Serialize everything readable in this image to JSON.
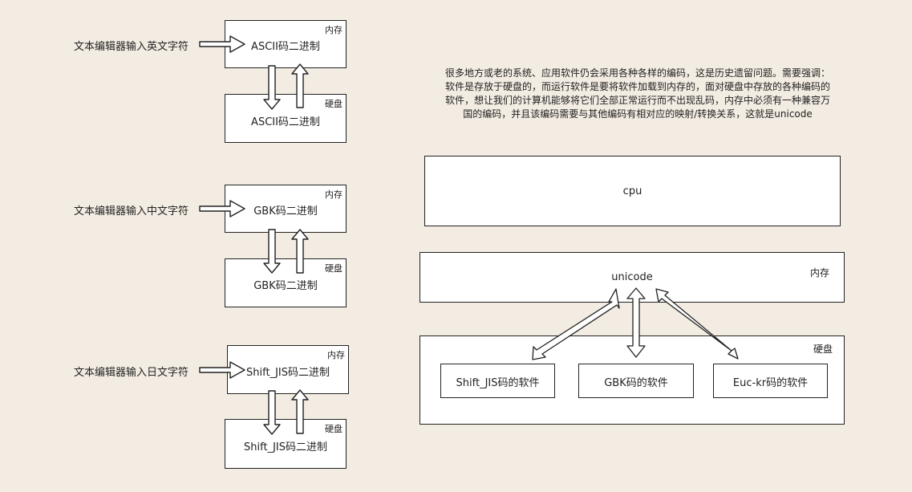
{
  "flows": [
    {
      "input_label": "文本编辑器输入英文字符",
      "memory_tag": "内存",
      "memory_text": "ASCII码二进制",
      "disk_tag": "硬盘",
      "disk_text": "ASCII码二进制"
    },
    {
      "input_label": "文本编辑器输入中文字符",
      "memory_tag": "内存",
      "memory_text": "GBK码二进制",
      "disk_tag": "硬盘",
      "disk_text": "GBK码二进制"
    },
    {
      "input_label": "文本编辑器输入日文字符",
      "memory_tag": "内存",
      "memory_text": "Shift_JIS码二进制",
      "disk_tag": "硬盘",
      "disk_text": "Shift_JIS码二进制"
    }
  ],
  "explanation": [
    "很多地方或老的系统、应用软件仍会采用各种各样的编码，这是历史遗留问题。需要强调：",
    "软件是存放于硬盘的，而运行软件是要将软件加载到内存的，面对硬盘中存放的各种编码的",
    "软件，想让我们的计算机能够将它们全部正常运行而不出现乱码，内存中必须有一种兼容万",
    "国的编码，并且该编码需要与其他编码有相对应的映射/转换关系，这就是unicode"
  ],
  "architecture": {
    "cpu": "cpu",
    "memory_tag": "内存",
    "memory_text": "unicode",
    "disk_tag": "硬盘",
    "software": [
      "Shift_JIS码的软件",
      "GBK码的软件",
      "Euc-kr码的软件"
    ]
  }
}
